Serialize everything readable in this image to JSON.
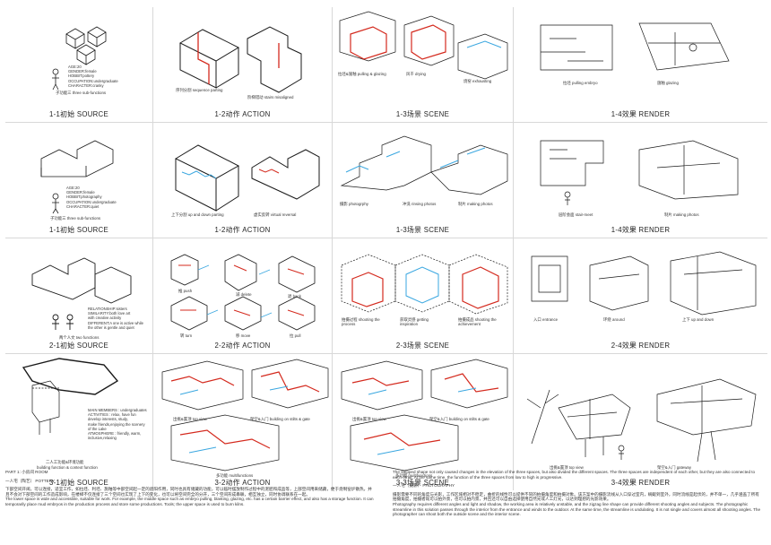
{
  "rows": [
    {
      "cells": [
        {
          "caption": "1-1初始  SOURCE",
          "notes": [
            "子功能三  three sub-functions"
          ],
          "info": [
            "AGE:20",
            "GENDER:female",
            "HOBBIT:pottery",
            "OCCUPATION:undergraduate",
            "CHARACTER:cranky"
          ]
        },
        {
          "caption": "1-2动作  ACTION",
          "notes": [
            "序列分割  sequence parting",
            "阶梯错动  stairs misaligned"
          ]
        },
        {
          "caption": "1-3场景  SCENE",
          "notes": [
            "拉坯&施釉  pulling & glazing",
            "风干  drying",
            "烧窑  exhausting"
          ]
        },
        {
          "caption": "1-4效果  RENDER",
          "notes": [
            "拉坯  pulling embryo",
            "施釉  glazing"
          ]
        }
      ]
    },
    {
      "cells": [
        {
          "caption": "1-1初始  SOURCE",
          "notes": [
            "子功能三  three sub-functions"
          ],
          "info": [
            "AGE:20",
            "GENDER:female",
            "HOBBIT:photography",
            "OCCUPATION:undergraduate",
            "CHARACTER:quiet"
          ]
        },
        {
          "caption": "1-2动作  ACTION",
          "notes": [
            "上下分割  up and down parting",
            "虚实反转  virtual reversal"
          ]
        },
        {
          "caption": "1-3场景  SCENE",
          "notes": [
            "摄影  photogrphy",
            "冲洗  rinsing photos",
            "制片  making photos"
          ]
        },
        {
          "caption": "1-4效果  RENDER",
          "notes": [
            "层阶会面  stair-meet",
            "制片  making photos"
          ]
        }
      ]
    },
    {
      "cells": [
        {
          "caption": "2-1初始  SOURCE",
          "notes": [
            "两个人文  two functions"
          ],
          "info": [
            "RELATIONSHIP:sisters",
            "SIMILARITY:both love art",
            "with creative activity",
            "DIFFERENT:A one is active while",
            "the other is gentle and quiet"
          ]
        },
        {
          "caption": "2-2动作  ACTION",
          "notes": [
            "推  push",
            "减  delete",
            "退  back",
            "转  turn",
            "移  move",
            "拉  pull"
          ]
        },
        {
          "caption": "2-3场景  SCENE",
          "notes": [
            "拍摄过程  shooting the process",
            "获取灵感  getting inspiration",
            "拍摄成品  shooting the achievement"
          ]
        },
        {
          "caption": "2-4效果  RENDER",
          "notes": [
            "入口  entrance",
            "环绕  around",
            "上下  up and down"
          ]
        }
      ]
    },
    {
      "cells": [
        {
          "caption": "3-1初始  SOURCE",
          "notes": [
            "二人工功能&环境功能",
            "building function & context function"
          ],
          "info": [
            "MAIN MEMBERS : undergraduates",
            "ACTIVITIES : relax, have fun",
            "develop interests, study,",
            "make friends,enjoying the scenery",
            "of the Lake",
            "ATMOSPHERE : friendly, warm,",
            "inclusive,relaxing"
          ]
        },
        {
          "caption": "3-2动作  ACTION",
          "notes": [
            "出挑&置顶  top view",
            "架空&入门  building on stilts & gate",
            "多功能  multifunctions"
          ]
        },
        {
          "caption": "3-3场景  SCENE",
          "notes": [
            "出挑&置顶  top view",
            "架空&入门  building on stilts & gate",
            "多功能  multifunctions"
          ]
        },
        {
          "caption": "3-4效果  RENDER",
          "notes": [
            "出挑&置顶  top view",
            "架空&入门  gateway"
          ]
        }
      ]
    }
  ],
  "bottom": {
    "part_title": "PART 1: 小房间 ROOM",
    "left_heading": "一人宅（陶艺） POTTERY",
    "left_cn": "下部空间开阔，可以连接，适宜工作，如拉坯、利坯、施釉等中部空间起一定的遮阳作用，同时也具有储藏的功能，可以临时摆放制作过程中的泥胚和成品等，上部空间用来储藏，便于烧制窑炉散热，并且不会对下部空间的工作造成影响，在楼梯不仅连接了三个空间也实现了上下的变化，也可以将空间完全的分开，三个空间形成串联，相互独立，同时协调联系在一起。",
    "left_en": "The lower space is wide and accessible, suitable for work. For example, the middle space such as embryo pulling, blasting, glazing, etc. has a certain barrier effect, and also has a storage function. It can temporarily place mud embryos in the production process and store some productions. Tools; the upper space is used to burn kilns.",
    "right_intro": "The stepped shape not only caused changes in the elevation of the three spaces, but also divided the different spaces. The three spaces are independent of each other, but they are also connected to each other. At the same time, the function of the three spaces from low to high is progressive.",
    "right_heading": "一人宅（摄影） PHOTOGRAPHY",
    "right_cn": "摄影需要不同的角度与光影，工作区域相对不稳定，曲折的线性可以提供不同的拍摄角度和拍摄对象。该方案中的摄影流线从入口穿过室内，蜿蜒到室外，同时流线是起伏的，并不单一，几乎涵盖了所有拍摄角度，拍摄者既可以拍外景，也可以拍内景，并且还可以自由选择使用自然光或人工灯光，以达到理想的光影效果。",
    "right_en": "Photography requires different angles and light and shadow, the working area is relatively unstable, and the zigzag line shape can provide different shooting angles and subjects. The photographic streamline in this solution passes through the interior from the entrance and winds to the outdoor. At the same time, the streamline is undulating. It is not single and covers almost all shooting angles. The photographer can shoot both the outside scene and the interior scene."
  },
  "colors": {
    "red": "#d42a1e",
    "blue": "#3aa7e0",
    "ink": "#1a1a1a"
  }
}
